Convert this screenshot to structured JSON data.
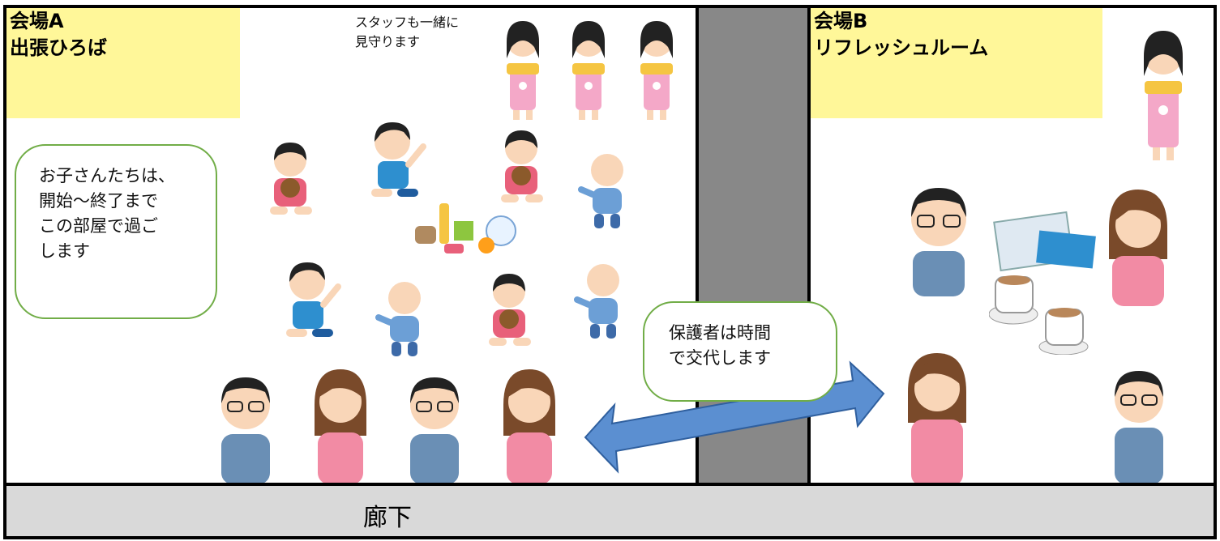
{
  "venue_a": {
    "line1": "会場A",
    "line2": "出張ひろば"
  },
  "venue_b": {
    "line1": "会場B",
    "line2": "リフレッシュルーム"
  },
  "staff_note": {
    "line1": "スタッフも一緒に",
    "line2": "見守ります"
  },
  "children_note": {
    "line1": "お子さんたちは、",
    "line2": "開始～終了まで",
    "line3": "この部屋で過ご",
    "line4": "します"
  },
  "swap_note": {
    "line1": "保護者は時間",
    "line2": "で交代します"
  },
  "hallway": {
    "label": "廊下"
  },
  "colors": {
    "label_bg": "#fff799",
    "note_border": "#71ad47",
    "arrow_fill": "#5b8fd1",
    "wall": "#888888",
    "hallway": "#d9d9d9"
  }
}
